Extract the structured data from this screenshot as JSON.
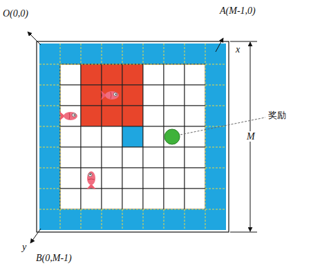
{
  "diagram": {
    "labels": [
      "O(0,0)",
      "A(M-1,0)",
      "x",
      "奖励",
      "M",
      "y",
      "B(0,M-1)"
    ]
  }
}
